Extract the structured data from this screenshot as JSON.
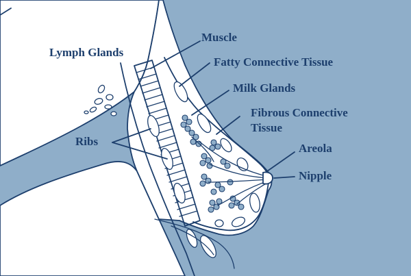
{
  "colors": {
    "background": "#8faec9",
    "skin": "#ffffff",
    "outline": "#1d3f6d",
    "text": "#1d3f6d"
  },
  "labels": {
    "muscle": "Muscle",
    "lymph_glands": "Lymph Glands",
    "fatty_connective_tissue": "Fatty Connective Tissue",
    "milk_glands": "Milk Glands",
    "fibrous_connective_tissue_line1": "Fibrous Connective",
    "fibrous_connective_tissue_line2": "Tissue",
    "ribs": "Ribs",
    "areola": "Areola",
    "nipple": "Nipple"
  }
}
